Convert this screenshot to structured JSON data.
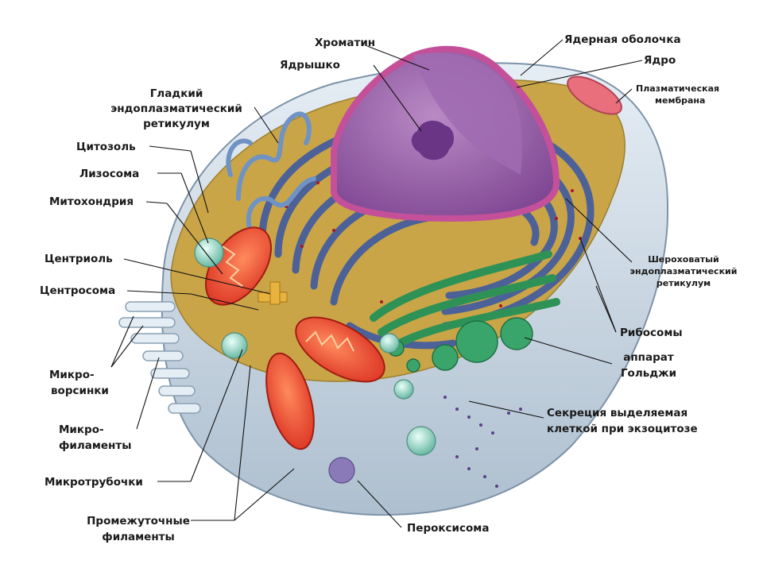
{
  "labels": {
    "chromatin": "Хроматин",
    "nucleolus": "Ядрышко",
    "nuclear_envelope": "Ядерная оболочка",
    "nucleus": "Ядро",
    "plasma_membrane": [
      "Плазматическая",
      "мембрана"
    ],
    "smooth_er": [
      "Гладкий",
      "эндоплазматический",
      "ретикулум"
    ],
    "cytosol": "Цитозоль",
    "lysosome": "Лизосома",
    "mitochondrion": "Митохондрия",
    "centriole": "Центриоль",
    "centrosome": "Центросома",
    "microvilli": [
      "Микро-",
      "ворсинки"
    ],
    "microfilaments": [
      "Микро-",
      "филаменты"
    ],
    "microtubules": "Микротрубочки",
    "intermediate_filaments": [
      "Промежуточные",
      "филаменты"
    ],
    "peroxisome": "Пероксисома",
    "rough_er": [
      "Шероховатый",
      "эндоплазматический",
      "ретикулум"
    ],
    "ribosomes": "Рибосомы",
    "golgi": [
      "аппарат",
      "Гольджи"
    ],
    "secretion": [
      "Секреция выделяемая",
      "клеткой при экзоцитозе"
    ]
  },
  "colors": {
    "membrane": "#c9d7e3",
    "cytoplasm": "#c9a54a",
    "rough_er": "#4a64a8",
    "smooth_er": "#6f8fbf",
    "nucleus": "#9a5aa6",
    "nuclear_envelope": "#c4509a",
    "mitochondria": "#e8452c",
    "golgi": "#2f9a5a",
    "vesicle": "#86c9b4"
  }
}
